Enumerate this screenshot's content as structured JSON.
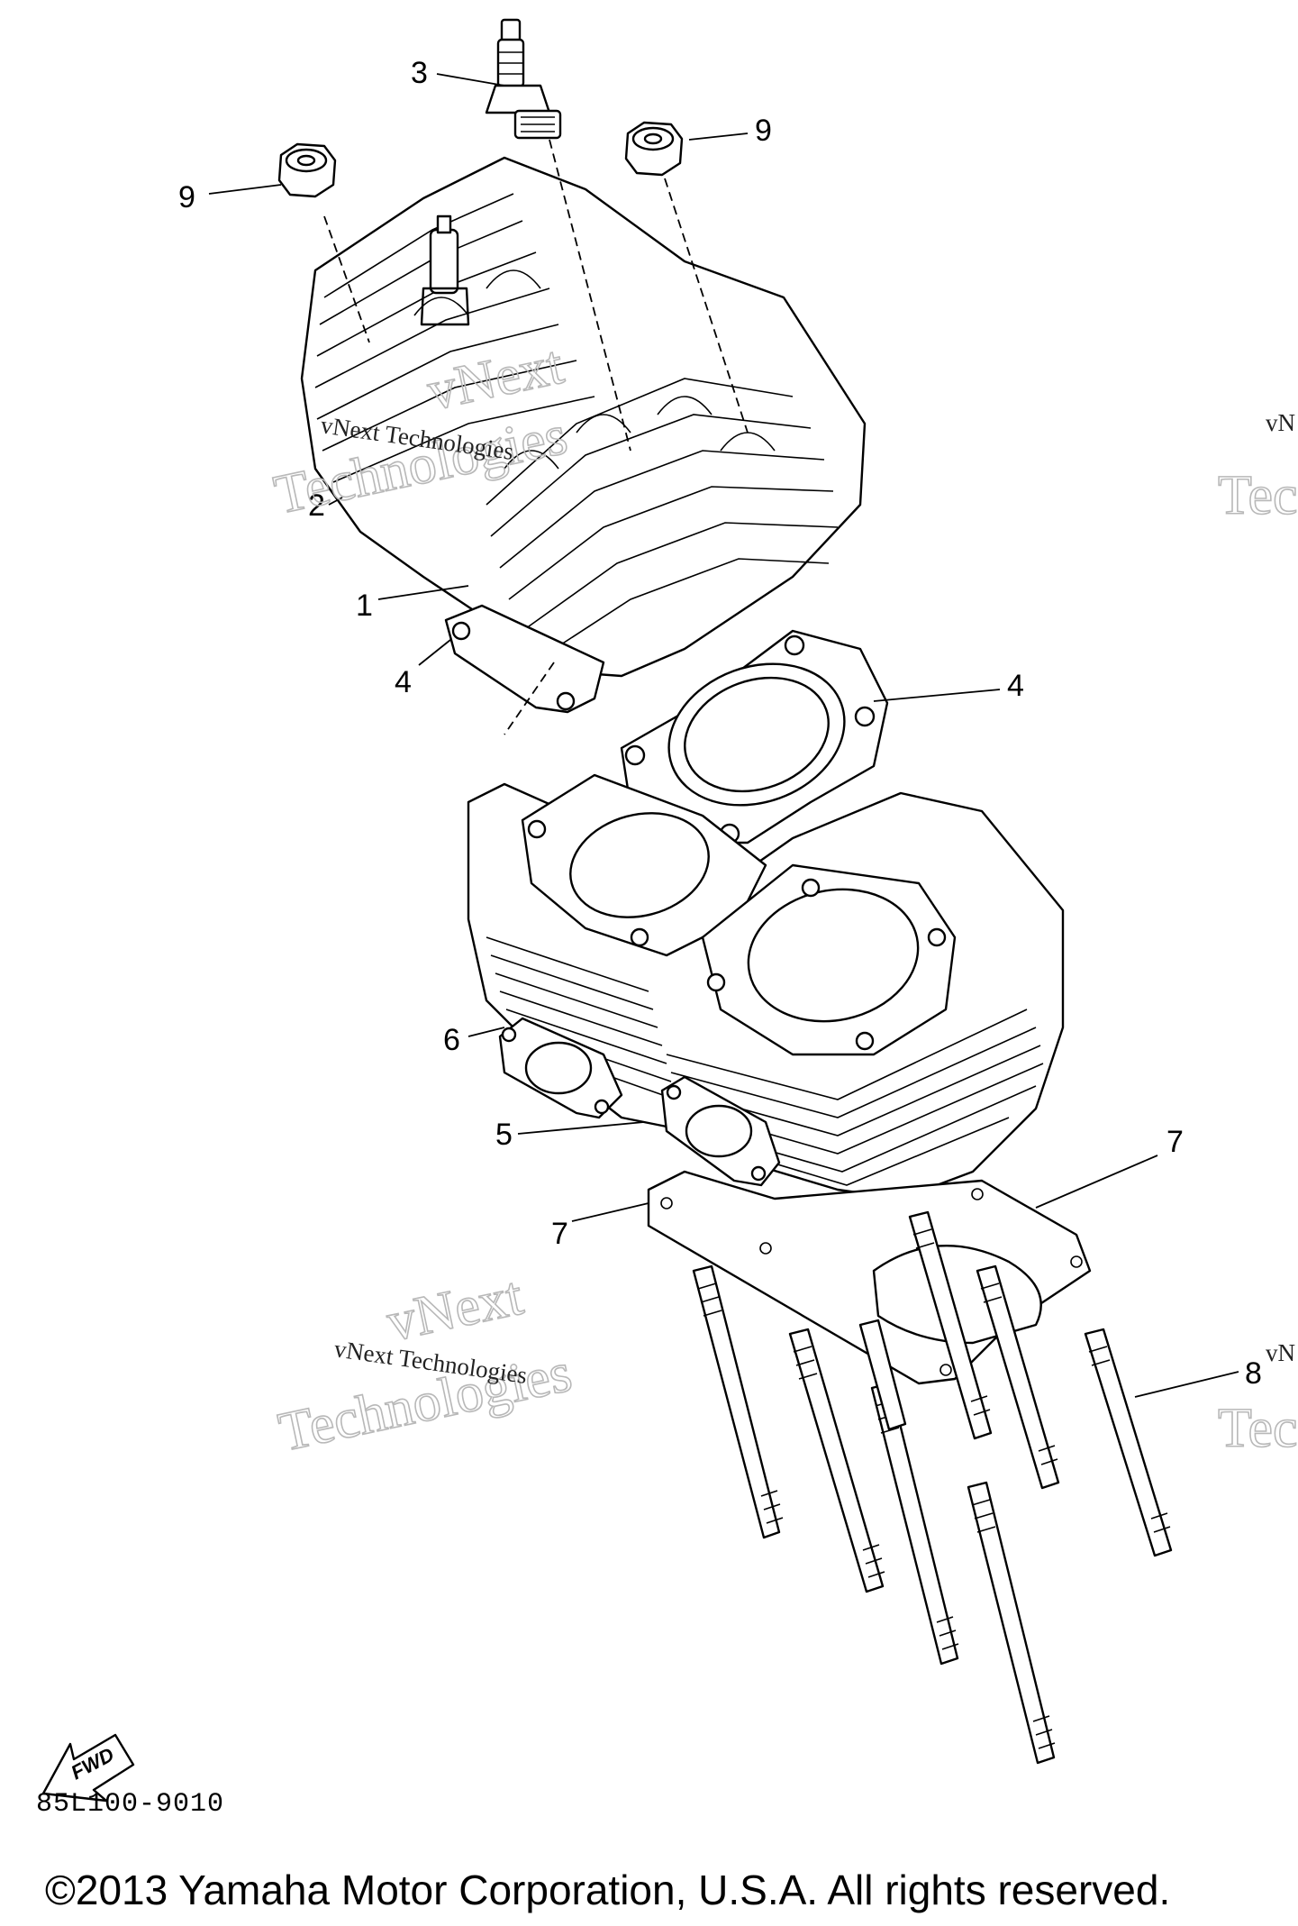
{
  "callouts": {
    "c1": "1",
    "c2": "2",
    "c3": "3",
    "c4a": "4",
    "c4b": "4",
    "c5": "5",
    "c6": "6",
    "c7a": "7",
    "c7b": "7",
    "c8": "8",
    "c9a": "9",
    "c9b": "9"
  },
  "watermarks": {
    "brand_a": "vNext",
    "word_a": "Technologies",
    "line_a": "vNext Technologies",
    "brand_b": "vNext",
    "word_b": "Technologies",
    "line_b": "vNext Technologies",
    "edge_a": "vN",
    "edge_b": "Tec",
    "edge_c": "vN",
    "edge_d": "Tec"
  },
  "fwd_label": "FWD",
  "diagram_code": "85L100-9010",
  "copyright": "©2013 Yamaha Motor Corporation, U.S.A. All rights reserved."
}
